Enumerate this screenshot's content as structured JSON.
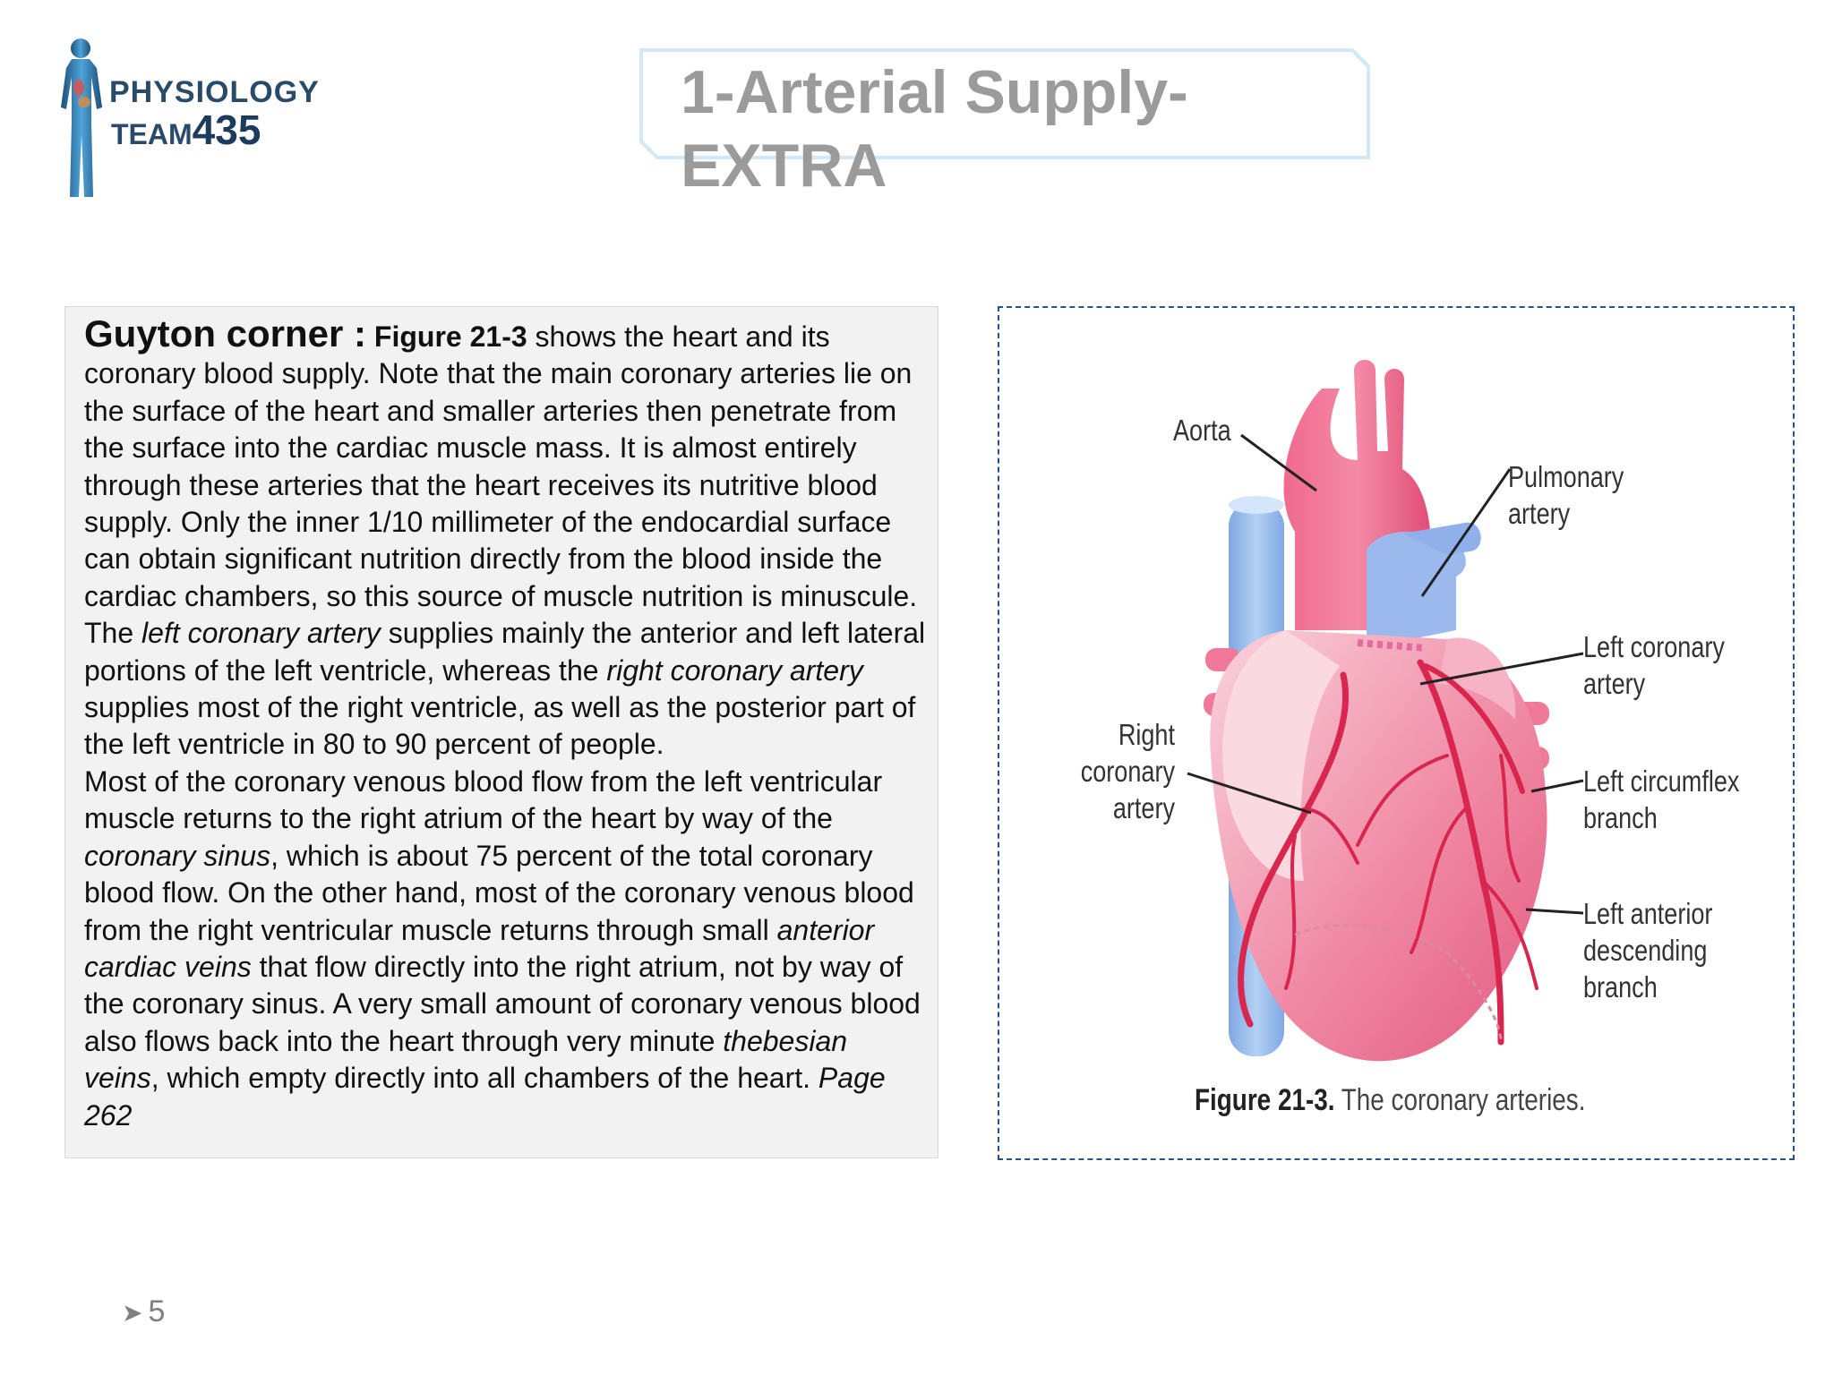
{
  "logo": {
    "line1": "PHYSIOLOGY",
    "line2": "TEAM",
    "number": "435"
  },
  "title": "1-Arterial Supply-EXTRA",
  "body": {
    "heading": "Guyton corner :",
    "figure_ref": "Figure 21-3",
    "p1_a": " shows the heart and its coronary blood supply. Note that the main coronary arteries lie on  the surface of the heart and smaller arteries then penetrate from  the surface into the cardiac muscle mass. It is almost entirely  through these arteries that the heart receives its nutritive blood  supply. Only the inner 1/10 millimeter of the endocardial surface  can obtain significant nutrition directly from the blood inside the  cardiac chambers, so this source of muscle nutrition is minuscule.  The ",
    "p1_left_coronary": "left coronary artery",
    "p1_b": " supplies mainly the anterior and left  lateral portions of the left ventricle, whereas the ",
    "p1_right_coronary": "right coronary artery",
    "p1_c": " supplies most of the right ventricle, as well as the posterior  part of the left ventricle in 80 to 90 percent of people.",
    "p2_a": "Most of the coronary venous blood flow from the left ventricular  muscle returns to the right atrium of the heart by way of the  ",
    "p2_sinus": "coronary sinus",
    "p2_b": ", which is about 75 percent of the total coronary  blood flow. On the other hand, most of the coronary venous blood  from the right ventricular muscle returns through small ",
    "p2_anterior": "anterior  cardiac veins",
    "p2_c": " that flow directly into the right atrium, not by way of  the coronary sinus. A very small amount of coronary venous blood  also flows back into the heart through very minute ",
    "p2_thebesian": "thebesian  veins",
    "p2_d": ", which empty directly into all chambers of the heart. ",
    "p2_page": "Page  262"
  },
  "figure": {
    "labels": {
      "aorta": "Aorta",
      "pulmonary_1": "Pulmonary",
      "pulmonary_2": "artery",
      "left_coronary_1": "Left coronary",
      "left_coronary_2": "artery",
      "right_coronary_1": "Right coronary",
      "right_coronary_2": "artery",
      "left_circumflex_1": "Left circumflex",
      "left_circumflex_2": "branch",
      "lad_1": "Left anterior",
      "lad_2": "descending",
      "lad_3": "branch"
    },
    "caption_bold": "Figure 21-3.",
    "caption_text": " The coronary arteries."
  },
  "page_number": "5",
  "colors": {
    "title": "#9b9b9b",
    "figure_border": "#2b4f8a",
    "heart": "#e8587d",
    "vessel_blue": "#8fb6ea"
  }
}
